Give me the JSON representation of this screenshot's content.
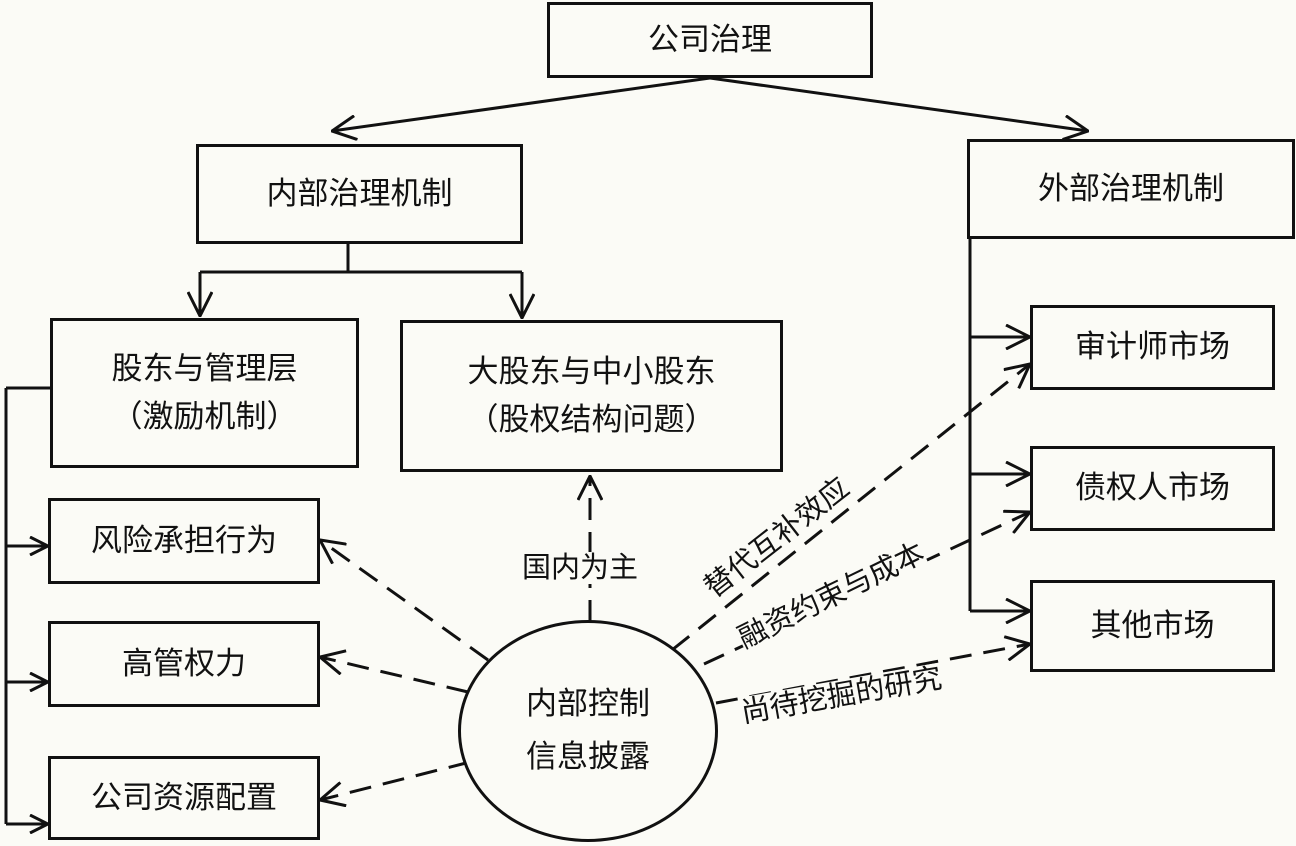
{
  "nodes": {
    "corporate_governance": "公司治理",
    "internal_mechanism": "内部治理机制",
    "external_mechanism": "外部治理机制",
    "shareholder_management": [
      "股东与管理层",
      "（激励机制）"
    ],
    "major_minor_shareholders": [
      "大股东与中小股东",
      "（股权结构问题）"
    ],
    "risk_taking": "风险承担行为",
    "executive_power": "高管权力",
    "resource_allocation": "公司资源配置",
    "ic_disclosure": [
      "内部控制",
      "信息披露"
    ],
    "auditor_market": "审计师市场",
    "creditor_market": "债权人市场",
    "other_markets": "其他市场"
  },
  "edge_labels": {
    "domestic": "国内为主",
    "substitute": "替代互补效应",
    "financing": "融资约束与成本",
    "unexplored": "尚待挖掘的研究"
  },
  "colors": {
    "line": "#111111",
    "background": "#fbfbf6"
  }
}
